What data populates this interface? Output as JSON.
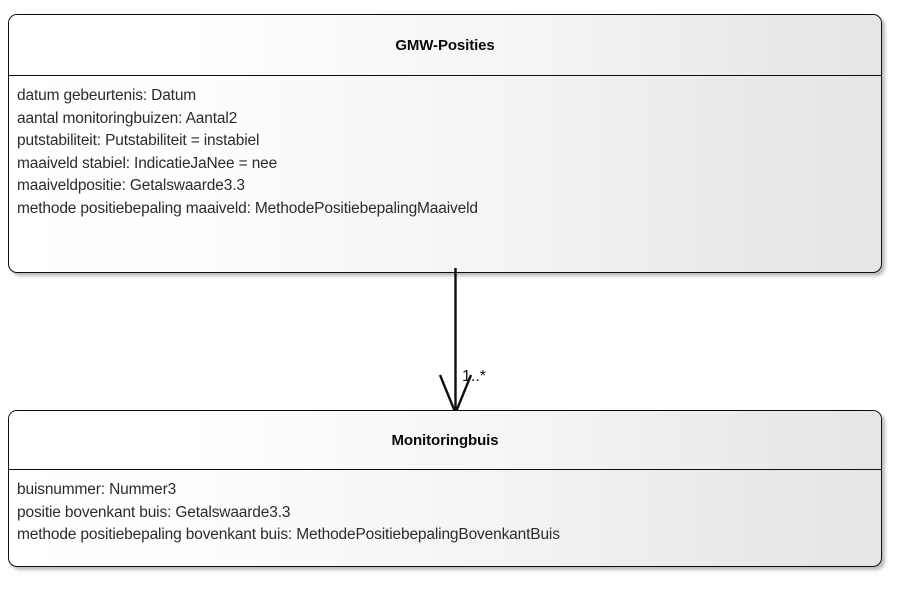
{
  "diagram": {
    "type": "uml-class-diagram",
    "classes": [
      {
        "id": "gmw-posities",
        "name": "GMW-Posities",
        "attributes": [
          "datum gebeurtenis: Datum",
          "aantal monitoringbuizen: Aantal2",
          "putstabiliteit: Putstabiliteit = instabiel",
          "maaiveld stabiel: IndicatieJaNee = nee",
          "maaiveldpositie: Getalswaarde3.3",
          "methode positiebepaling maaiveld: MethodePositiebepalingMaaiveld"
        ]
      },
      {
        "id": "monitoringbuis",
        "name": "Monitoringbuis",
        "attributes": [
          "buisnummer: Nummer3",
          "positie bovenkant buis: Getalswaarde3.3",
          "methode positiebepaling bovenkant buis: MethodePositiebepalingBovenkantBuis"
        ]
      }
    ],
    "connector": {
      "kind": "association-arrow",
      "arrowhead": "open",
      "direction": "down",
      "source": "GMW-Posities",
      "target": "Monitoringbuis",
      "multiplicity": "1..*"
    },
    "colors": {
      "border": "#0d0d0d",
      "fill_light": "#ffffff",
      "fill_dark": "#e6e6e6",
      "text": "#2b2b2b",
      "title_text": "#0a0a0a",
      "shadow": "#3c3c46"
    }
  }
}
